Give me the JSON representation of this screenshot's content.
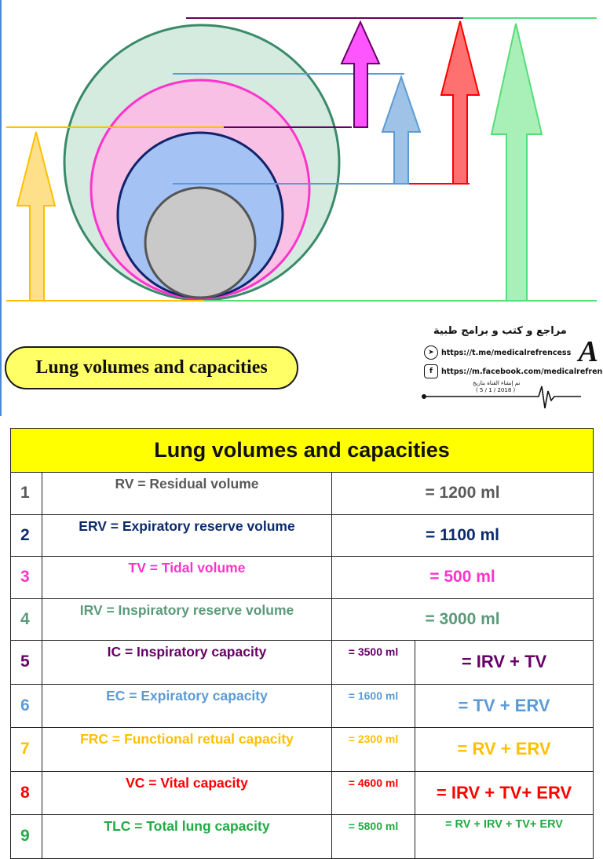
{
  "diagram_title": "Lung volumes and capacities",
  "logo": {
    "arabic_title": "مراجع و كتب و برامج طبية",
    "telegram": "https://t.me/medicalrefrencess",
    "facebook": "https://m.facebook.com/medicalrefrencess",
    "date_caption": "تم إنشاء القناة بتاريخ",
    "date": "( 5 / 1 / 2018 )",
    "mark": "A",
    "telegram_icon": "telegram-icon",
    "facebook_icon": "facebook-icon"
  },
  "colors": {
    "rv": "#808080",
    "erv": "#0d2a6b",
    "tv": "#ff33cc",
    "irv": "#5a9a7a",
    "ic": "#660066",
    "ec": "#5b9bd5",
    "frc": "#ffc000",
    "vc": "#ff0000",
    "tlc": "#22aa44"
  },
  "table": {
    "header": "Lung volumes and capacities",
    "rows": [
      {
        "num": "1",
        "name": "RV = Residual volume",
        "value": "= 1200 ml",
        "color": "#595959"
      },
      {
        "num": "2",
        "name": "ERV = Expiratory reserve volume",
        "value": "= 1100 ml",
        "color": "#0d2a6b"
      },
      {
        "num": "3",
        "name": "TV = Tidal volume",
        "value": "= 500 ml",
        "color": "#ff33cc"
      },
      {
        "num": "4",
        "name": "IRV = Inspiratory reserve volume",
        "value": "= 3000 ml",
        "color": "#5a9a7a"
      },
      {
        "num": "5",
        "name": "IC = Inspiratory capacity",
        "value": "= 3500 ml",
        "formula": "= IRV + TV",
        "color": "#660066"
      },
      {
        "num": "6",
        "name": "EC = Expiratory capacity",
        "value": "= 1600 ml",
        "formula": "= TV  + ERV",
        "color": "#5b9bd5"
      },
      {
        "num": "7",
        "name": "FRC = Functional retual capacity",
        "value": "= 2300 ml",
        "formula": "= RV  + ERV",
        "color": "#ffc000"
      },
      {
        "num": "8",
        "name": "VC = Vital capacity",
        "value": "= 4600 ml",
        "formula": "= IRV + TV+ ERV",
        "color": "#ff0000"
      },
      {
        "num": "9",
        "name": "TLC = Total lung capacity",
        "value": "= 5800 ml",
        "formula": "= RV + IRV + TV+ ERV",
        "color": "#22aa44"
      }
    ]
  }
}
